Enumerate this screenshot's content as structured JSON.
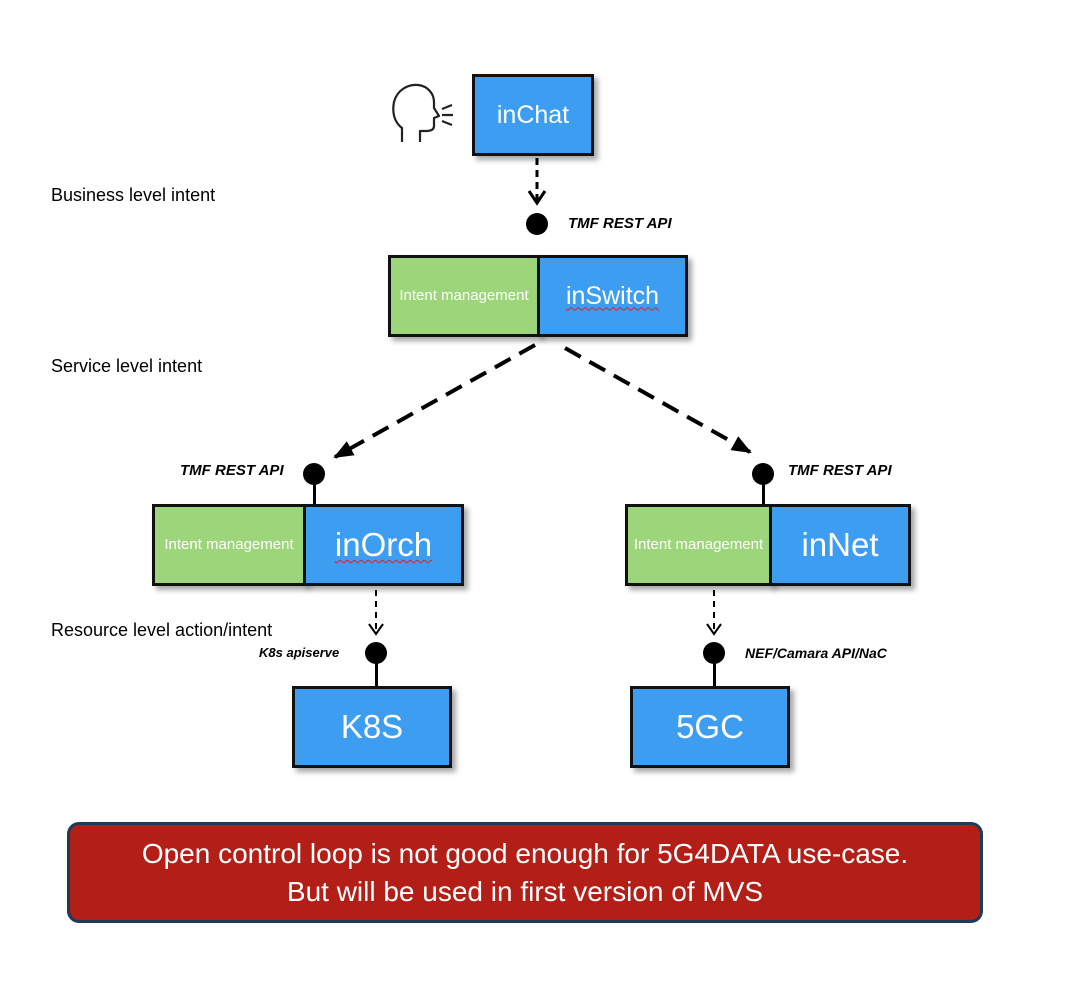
{
  "levels": {
    "business": "Business level intent",
    "service": "Service level intent",
    "resource": "Resource level action/intent"
  },
  "nodes": {
    "inchat": "inChat",
    "inswitch": "inSwitch",
    "inorch": "inOrch",
    "innet": "inNet",
    "k8s": "K8S",
    "fivegc": "5GC",
    "intent_management_1": "Intent management",
    "intent_management_2": "Intent management",
    "intent_management_3": "Intent management"
  },
  "apis": {
    "inswitch_api": "TMF REST API",
    "inorch_api": "TMF REST API",
    "innet_api": "TMF REST API",
    "k8s_api": "K8s apiserve",
    "fivegc_api": "NEF/Camara API/NaC"
  },
  "icons": {
    "speaker": "speaking-head-icon"
  },
  "banner": {
    "line1": "Open control loop is not good enough for 5G4DATA use-case.",
    "line2": "But will be used in first version of MVS"
  },
  "colors": {
    "component_blue": "#3d9df0",
    "intent_green": "#9dd67a",
    "banner_red": "#b31f17"
  }
}
